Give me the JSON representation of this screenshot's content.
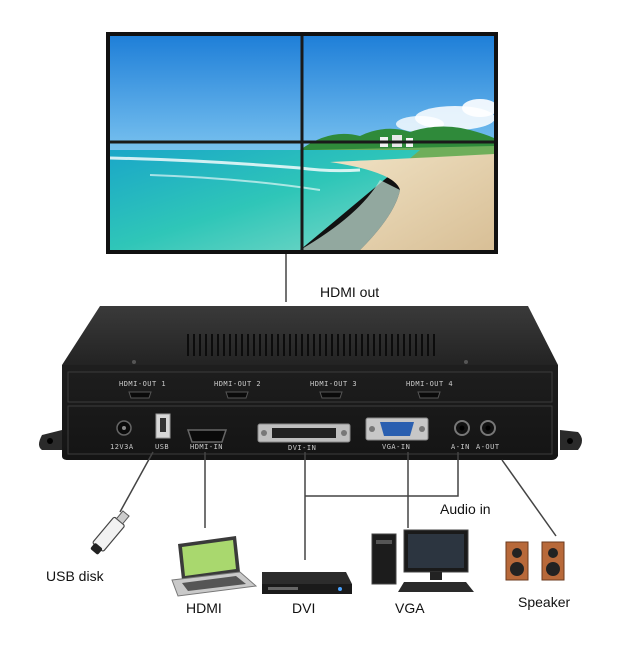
{
  "labels": {
    "hdmi_out": "HDMI out",
    "audio_in": "Audio in",
    "usb_disk": "USB disk",
    "hdmi": "HDMI",
    "dvi": "DVI",
    "vga": "VGA",
    "speaker": "Speaker"
  },
  "panel": {
    "outputs": [
      "HDMI-OUT 1",
      "HDMI-OUT 2",
      "HDMI-OUT 3",
      "HDMI-OUT 4"
    ],
    "power": "12V3A",
    "usb": "USB",
    "hdmi_in": "HDMI-IN",
    "dvi_in": "DVI-IN",
    "vga_in": "VGA-IN",
    "a_in": "A-IN",
    "a_out": "A-OUT"
  },
  "video_wall": {
    "rows": 2,
    "cols": 2
  },
  "colors": {
    "device_body": "#1c1c1c",
    "wall_bezel": "#1a1a1a",
    "sky": "#2f8fe0",
    "sea": "#22b6b4",
    "sand": "#ead6b3",
    "connector_line": "#444444",
    "vga_blue": "#2a5fb0"
  }
}
